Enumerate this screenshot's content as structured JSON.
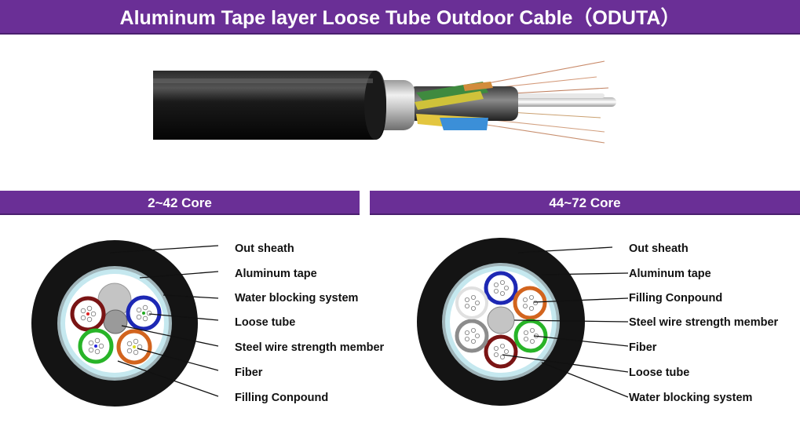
{
  "title": "Aluminum Tape layer Loose Tube Outdoor Cable（ODUTA）",
  "colors": {
    "banner": "#6a2f96",
    "sheath": "#111111",
    "aluminum": "#c8c8c8",
    "water_blocking": "#bfe4ec",
    "tube_blue": "#1d28b4",
    "tube_orange": "#d2641e",
    "tube_green": "#28b428",
    "tube_brown": "#7a1414",
    "tube_white": "#e6e6e6",
    "tube_gray": "#8c8c8c"
  },
  "sections": [
    {
      "heading": "2~42 Core",
      "labels": [
        "Out sheath",
        "Aluminum tape",
        "Water blocking system",
        "Loose tube",
        "Steel wire strength member",
        "Fiber",
        "Filling Conpound"
      ]
    },
    {
      "heading": "44~72 Core",
      "labels": [
        "Out sheath",
        "Aluminum tape",
        "Filling Conpound",
        "Steel wire strength member",
        "Fiber",
        "Loose tube",
        "Water blocking system"
      ]
    }
  ]
}
